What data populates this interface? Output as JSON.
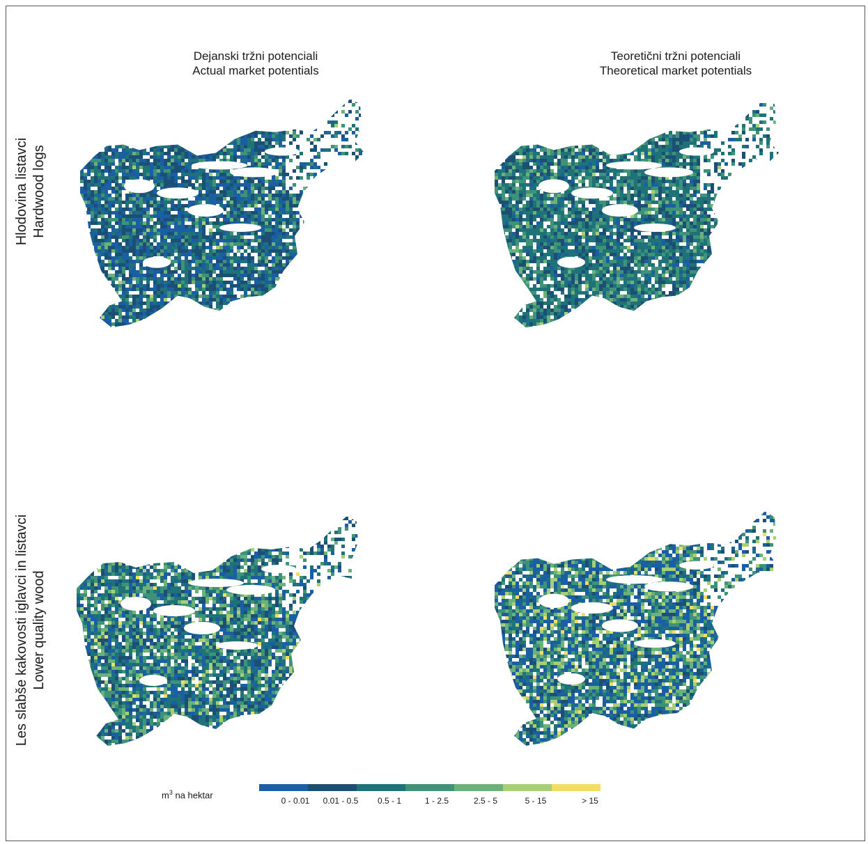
{
  "columns": [
    {
      "title_sl": "Dejanski tržni potenciali",
      "title_en": "Actual market potentials"
    },
    {
      "title_sl": "Teoretični tržni potenciali",
      "title_en": "Theoretical market potentials"
    }
  ],
  "rows": [
    {
      "title_sl": "Hlodovina listavci",
      "title_en": "Hardwood logs"
    },
    {
      "title_sl": "Les slabše kakovosti iglavci in listavci",
      "title_en": "Lower quality wood"
    }
  ],
  "legend": {
    "title": "m",
    "title_sup": "3",
    "title_suffix": " na hektar",
    "classes": [
      {
        "label": "0 - 0.01",
        "color": "#1a5fa4"
      },
      {
        "label": "0.01 - 0.5",
        "color": "#1b4f73"
      },
      {
        "label": "0.5 - 1",
        "color": "#1f7378"
      },
      {
        "label": "1 - 2.5",
        "color": "#3e9277"
      },
      {
        "label": "2.5 - 5",
        "color": "#6cb07a"
      },
      {
        "label": "5 - 15",
        "color": "#a8cf74"
      },
      {
        "label": "> 15",
        "color": "#f2dc63"
      }
    ]
  },
  "maps": [
    {
      "panel": "actual-hardwood",
      "weights": [
        0.3,
        0.3,
        0.22,
        0.12,
        0.05,
        0.01,
        0.0
      ]
    },
    {
      "panel": "theoretical-hardwood",
      "weights": [
        0.08,
        0.22,
        0.4,
        0.22,
        0.07,
        0.01,
        0.0
      ]
    },
    {
      "panel": "actual-lowquality",
      "weights": [
        0.2,
        0.18,
        0.24,
        0.2,
        0.12,
        0.05,
        0.01
      ]
    },
    {
      "panel": "theoretical-lowquality",
      "weights": [
        0.34,
        0.1,
        0.14,
        0.16,
        0.14,
        0.1,
        0.02
      ]
    }
  ]
}
